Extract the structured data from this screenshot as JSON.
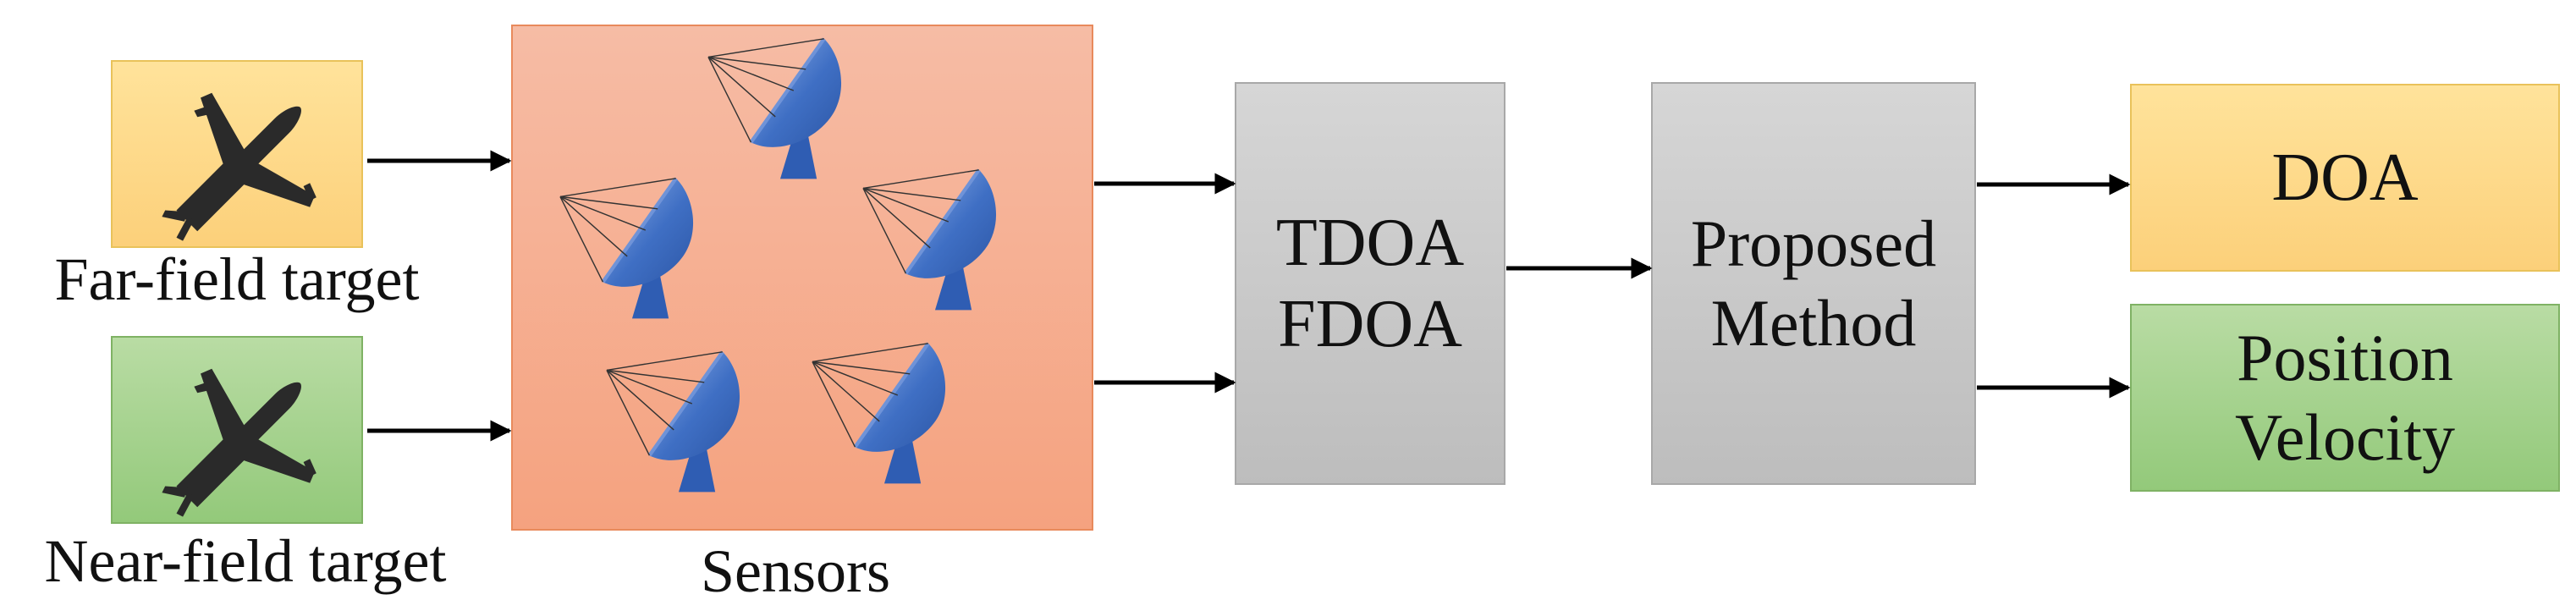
{
  "far_field_label": "Far-field target",
  "near_field_label": "Near-field target",
  "sensors_label": "Sensors",
  "tdoa_label": "TDOA",
  "fdoa_label": "FDOA",
  "proposed_label": "Proposed",
  "method_label": "Method",
  "doa_label": "DOA",
  "position_label": "Position",
  "velocity_label": "Velocity",
  "colors": {
    "far_field_box": "#fdd37f",
    "near_field_box": "#a3d18a",
    "sensors_box": "#f6a98a",
    "processing_box": "#c9c9c9",
    "doa_box": "#fdd37f",
    "position_box": "#a3d18a",
    "dish": "#3f6fc4",
    "arrow": "#000000"
  },
  "icons": {
    "targets": "airplane-icon",
    "sensors": "satellite-dish-icon"
  }
}
